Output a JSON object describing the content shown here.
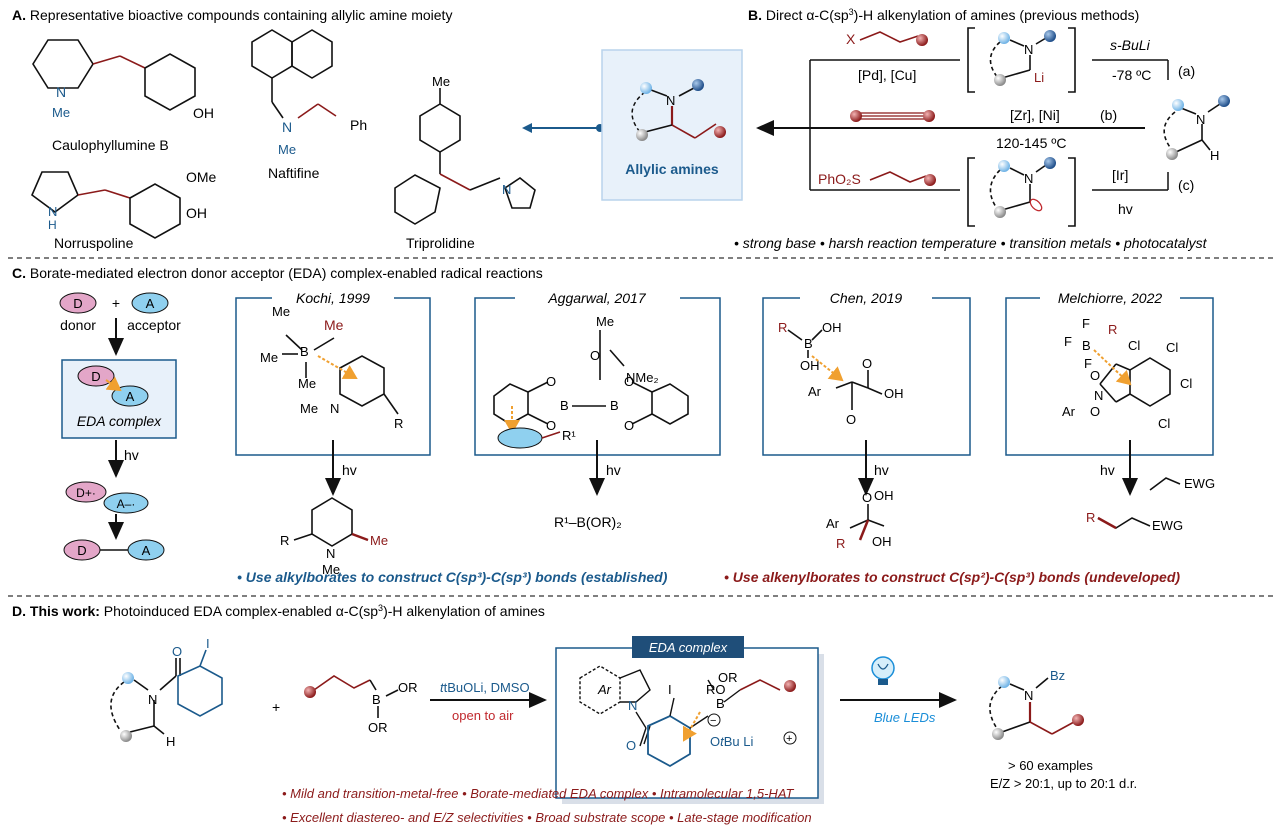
{
  "colors": {
    "blue": "#1b5a8c",
    "red": "#8b1a1a",
    "orange": "#f0a030",
    "panel_fill": "#e8f1fa",
    "eda_label_bg": "#1f4e79",
    "acceptor_fill": "#8fd0ef",
    "donor_fill": "#e3a6c8"
  },
  "section_a": {
    "letter": "A.",
    "title": "Representative bioactive compounds containing allylic amine moiety",
    "compounds": [
      "Caulophyllumine B",
      "Naftifine",
      "Norruspoline",
      "Triprolidine"
    ],
    "atoms": {
      "N": "N",
      "Me": "Me",
      "OH": "OH",
      "OMe": "OMe",
      "Ph": "Ph",
      "H": "H"
    }
  },
  "center_panel": {
    "label": "Allylic amines",
    "atom_N": "N"
  },
  "section_b": {
    "letter": "B.",
    "title_prefix": "Direct α-C(sp",
    "title_sup": "3",
    "title_suffix": ")-H alkenylation of amines (previous methods)",
    "route_a": {
      "reagent": "X",
      "catalyst": "[Pd], [Cu]",
      "base": "s-BuLi",
      "temp": "-78 ºC",
      "tag": "(a)",
      "Li": "Li"
    },
    "route_b": {
      "catalyst": "[Zr], [Ni]",
      "temp": "120-145 ºC",
      "tag": "(b)"
    },
    "route_c": {
      "reagent": "PhO₂S",
      "catalyst": "[Ir]",
      "light": "hv",
      "tag": "(c)"
    },
    "substrate_H": "H",
    "drawbacks": "• strong base • harsh reaction temperature • transition metals • photocatalyst"
  },
  "section_c": {
    "letter": "C.",
    "title": "Borate-mediated electron donor acceptor (EDA) complex-enabled radical reactions",
    "donor_symbol": "D",
    "acceptor_symbol": "A",
    "plus": "+",
    "donor_label": "donor",
    "acceptor_label": "acceptor",
    "complex_label": "EDA complex",
    "hv": "hv",
    "radical_donor": "D+·",
    "radical_acceptor": "A–·",
    "boxes": [
      {
        "title": "Kochi, 1999",
        "product_labels": [
          "R",
          "N",
          "Me",
          "Me"
        ]
      },
      {
        "title": "Aggarwal, 2017",
        "product": "R¹–B(OR)₂"
      },
      {
        "title": "Chen, 2019",
        "product_labels": [
          "Ar",
          "O",
          "OH",
          "R",
          "OH"
        ]
      },
      {
        "title": "Melchiorre, 2022",
        "reagent": "EWG",
        "product_labels": [
          "R",
          "EWG"
        ]
      }
    ],
    "note_blue": "• Use alkylborates to construct C(sp³)-C(sp³) bonds (established)",
    "note_red": "• Use alkenylborates to construct C(sp²)-C(sp³) bonds (undeveloped)"
  },
  "section_d": {
    "letter": "D.",
    "title_bold": "This work:",
    "title_prefix": "Photoinduced EDA complex-enabled α-C(sp",
    "title_sup": "3",
    "title_suffix": ")-H alkenylation of amines",
    "plus": "+",
    "reagents": "tBuOLi, DMSO",
    "condition": "open to air",
    "complex_label": "EDA complex",
    "light": "Blue LEDs",
    "result_1": "> 60 examples",
    "result_2": "E/Z > 20:1, up to 20:1 d.r.",
    "product_group": "Bz",
    "features_row1": "• Mild and transition-metal-free   • Borate-mediated EDA complex   • Intramolecular 1,5-HAT",
    "features_row2": "• Excellent diastereo- and E/Z selectivities   • Broad substrate scope   • Late-stage modification"
  }
}
